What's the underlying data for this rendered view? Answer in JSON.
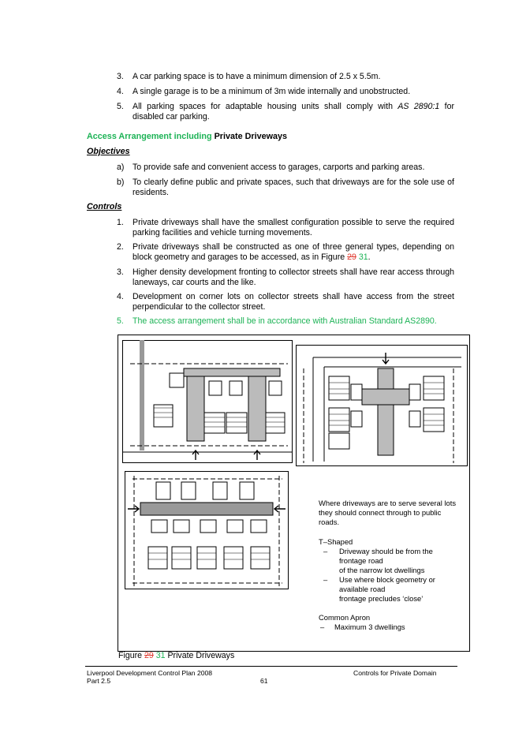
{
  "parking_list": [
    {
      "num": "3.",
      "text": "A car parking space is to have a minimum dimension of 2.5 x 5.5m."
    },
    {
      "num": "4.",
      "text": "A single garage is to be a minimum of 3m wide internally and unobstructed."
    },
    {
      "num": "5.",
      "text_before": "All parking spaces for adaptable housing units shall comply with ",
      "text_italic": "AS 2890:1",
      "text_after": " for disabled car parking."
    }
  ],
  "section_heading": {
    "green_part": "Access Arrangement including ",
    "black_part": "Private Driveways"
  },
  "objectives": {
    "heading": "Objectives",
    "items": [
      {
        "num": "a)",
        "text": "To provide safe and convenient access to garages, carports and parking areas."
      },
      {
        "num": "b)",
        "text": "To clearly define public and private spaces, such that driveways are for the sole use of residents."
      }
    ]
  },
  "controls": {
    "heading": "Controls",
    "items": [
      {
        "num": "1.",
        "text": "Private driveways shall have the smallest configuration possible to serve the required parking facilities and vehicle turning movements."
      },
      {
        "num": "2.",
        "text": "Private driveways shall be constructed as one of three general types, depending on block geometry and garages to be accessed, as in Figure ",
        "old_ref": "29",
        "new_ref": "31",
        "text_end": "."
      },
      {
        "num": "3.",
        "text": "Higher density development fronting to collector streets shall have rear access through laneways, car courts and the like."
      },
      {
        "num": "4.",
        "text": "Development on corner lots on collector streets shall have access from the street perpendicular to the collector street."
      },
      {
        "num": "5.",
        "text": "The access arrangement shall be in accordance with Australian Standard AS2890."
      }
    ]
  },
  "figure_legend": {
    "intro": "Where driveways are to serve several lots they should connect through to public roads.",
    "t_shaped": "T–Shaped",
    "t_bullets": [
      {
        "dash": "–",
        "lines": [
          "Driveway should be from the",
          "frontage road",
          "of the narrow lot dwellings"
        ]
      },
      {
        "dash": "–",
        "lines": [
          "Use where block geometry or",
          "available road",
          "frontage precludes ‘close’"
        ]
      }
    ],
    "common_apron": "Common Apron",
    "apron_bullet": {
      "dash": "–",
      "text": "Maximum 3 dwellings"
    }
  },
  "figure_caption": {
    "prefix": "Figure ",
    "old_ref": "29",
    "new_ref": "31",
    "suffix": " Private Driveways"
  },
  "footer": {
    "left_line1": "Liverpool Development Control Plan 2008",
    "left_line2": "Part 2.5",
    "page_number": "61",
    "right": "Controls for Private Domain"
  },
  "colors": {
    "green": "#1db356",
    "red": "#e03c31"
  }
}
